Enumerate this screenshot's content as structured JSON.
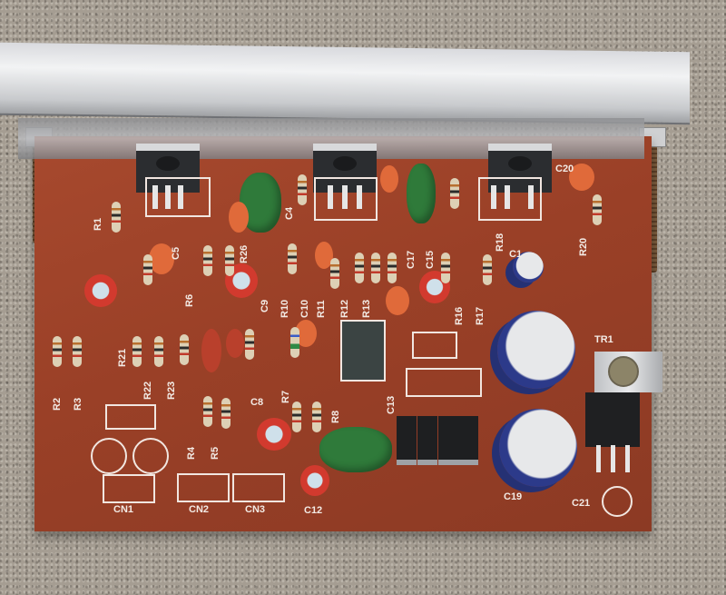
{
  "scene": {
    "description": "Photo of an audio amplifier PCB with aluminum heatsink on a concrete surface",
    "colors": {
      "pcb": "#9a4027",
      "silkscreen": "#f3ebe5",
      "heatsink": "#e2e3e5",
      "background": "#a59d92",
      "green_cap": "#2f7a3a",
      "blue_cap": "#2c3a8a"
    }
  },
  "labels": {
    "R1": "R1",
    "R2": "R2",
    "R3": "R3",
    "R4": "R4",
    "R5": "R5",
    "R6": "R6",
    "R7": "R7",
    "R8": "R8",
    "R10": "R10",
    "R11": "R11",
    "R12": "R12",
    "R13": "R13",
    "R16": "R16",
    "R17": "R17",
    "R18": "R18",
    "R20": "R20",
    "R21": "R21",
    "R22": "R22",
    "R23": "R23",
    "R26": "R26",
    "C4": "C4",
    "C5": "C5",
    "C8": "C8",
    "C9": "C9",
    "C10": "C10",
    "C12": "C12",
    "C13": "C13",
    "C15": "C15",
    "C17": "C17",
    "C19": "C19",
    "C20": "C20",
    "C21": "C21",
    "TR1": "TR1",
    "CN1": "CN1",
    "CN2": "CN2",
    "CN3": "CN3"
  }
}
